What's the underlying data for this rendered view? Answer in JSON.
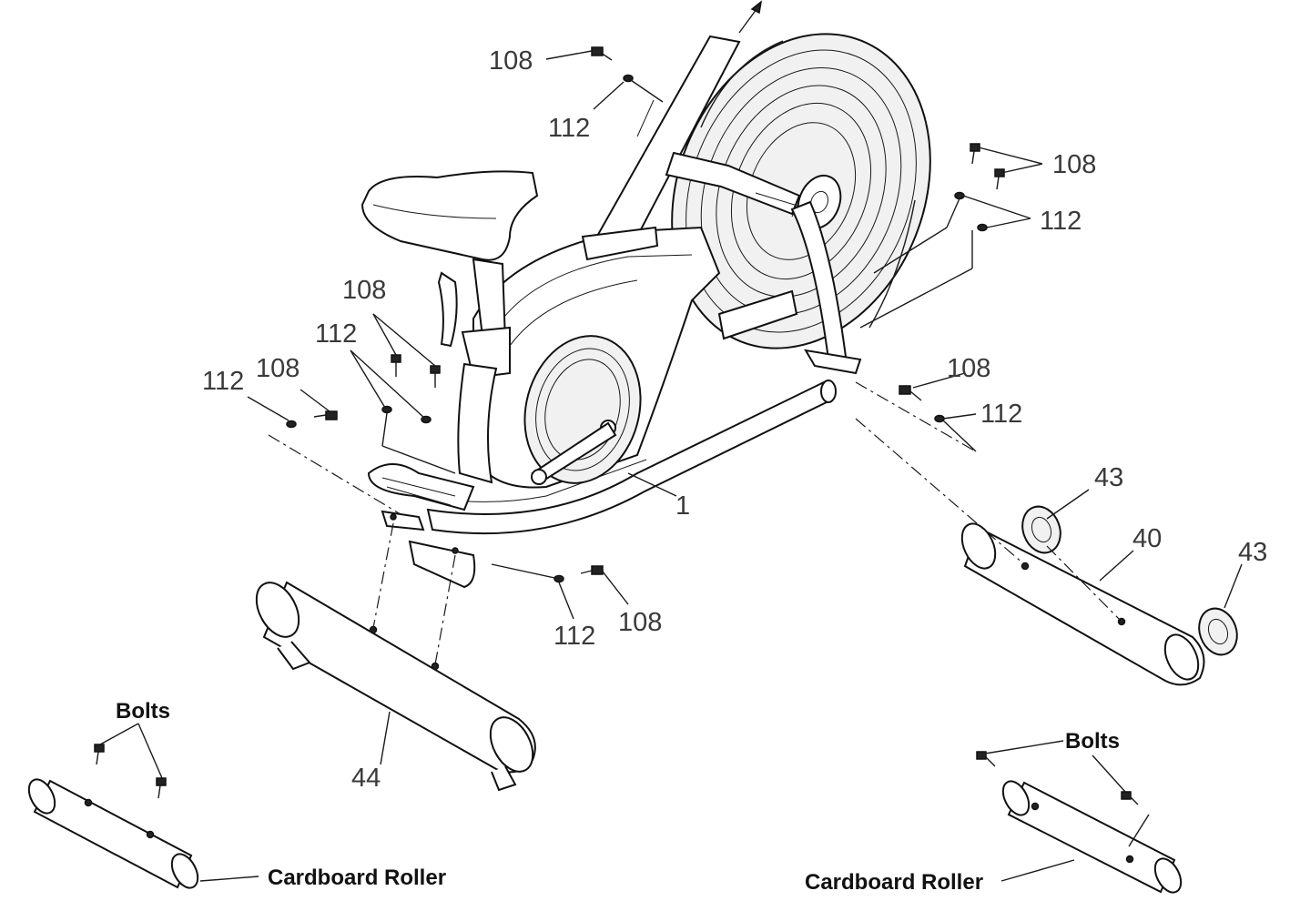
{
  "labels": {
    "n108_a": "108",
    "n112_a": "112",
    "n108_b": "108",
    "n112_b": "112",
    "n108_c": "108",
    "n112_c": "112",
    "n112_d": "112",
    "n108_d": "108",
    "n108_e": "108",
    "n112_e": "112",
    "n1": "1",
    "n43_a": "43",
    "n40": "40",
    "n43_b": "43",
    "n112_f": "112",
    "n108_f": "108",
    "n44": "44",
    "bolts_left": "Bolts",
    "bolts_right": "Bolts",
    "roller_left": "Cardboard Roller",
    "roller_right": "Cardboard Roller"
  }
}
